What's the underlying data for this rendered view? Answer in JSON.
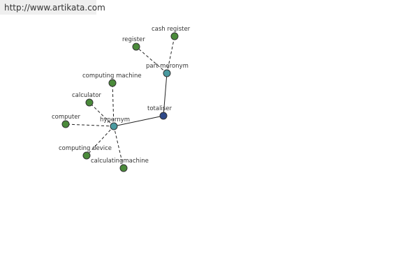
{
  "banner": {
    "url": "http://www.artikata.com"
  },
  "colors": {
    "word_node": "#4a8a3a",
    "relation_node": "#4a9aa0",
    "center_node": "#2f4a8a"
  },
  "graph": {
    "nodes": [
      {
        "id": "totaliser",
        "label": "totaliser",
        "kind": "center"
      },
      {
        "id": "part-meronym",
        "label": "part meronym",
        "kind": "relation"
      },
      {
        "id": "hypernym",
        "label": "hypernym",
        "kind": "relation"
      },
      {
        "id": "cash-register",
        "label": "cash register",
        "kind": "word"
      },
      {
        "id": "register",
        "label": "register",
        "kind": "word"
      },
      {
        "id": "computing-machine",
        "label": "computing machine",
        "kind": "word"
      },
      {
        "id": "calculator",
        "label": "calculator",
        "kind": "word"
      },
      {
        "id": "computer",
        "label": "computer",
        "kind": "word"
      },
      {
        "id": "computing-device",
        "label": "computing device",
        "kind": "word"
      },
      {
        "id": "calculating-machine",
        "label": "calculatingmachine",
        "kind": "word"
      }
    ],
    "edges": [
      {
        "from": "totaliser",
        "to": "part-meronym",
        "style": "solid"
      },
      {
        "from": "totaliser",
        "to": "hypernym",
        "style": "solid"
      },
      {
        "from": "part-meronym",
        "to": "cash-register",
        "style": "dashed"
      },
      {
        "from": "part-meronym",
        "to": "register",
        "style": "dashed"
      },
      {
        "from": "hypernym",
        "to": "computing-machine",
        "style": "dashed"
      },
      {
        "from": "hypernym",
        "to": "calculator",
        "style": "dashed"
      },
      {
        "from": "hypernym",
        "to": "computer",
        "style": "dashed"
      },
      {
        "from": "hypernym",
        "to": "computing-device",
        "style": "dashed"
      },
      {
        "from": "hypernym",
        "to": "calculating-machine",
        "style": "dashed"
      }
    ]
  }
}
